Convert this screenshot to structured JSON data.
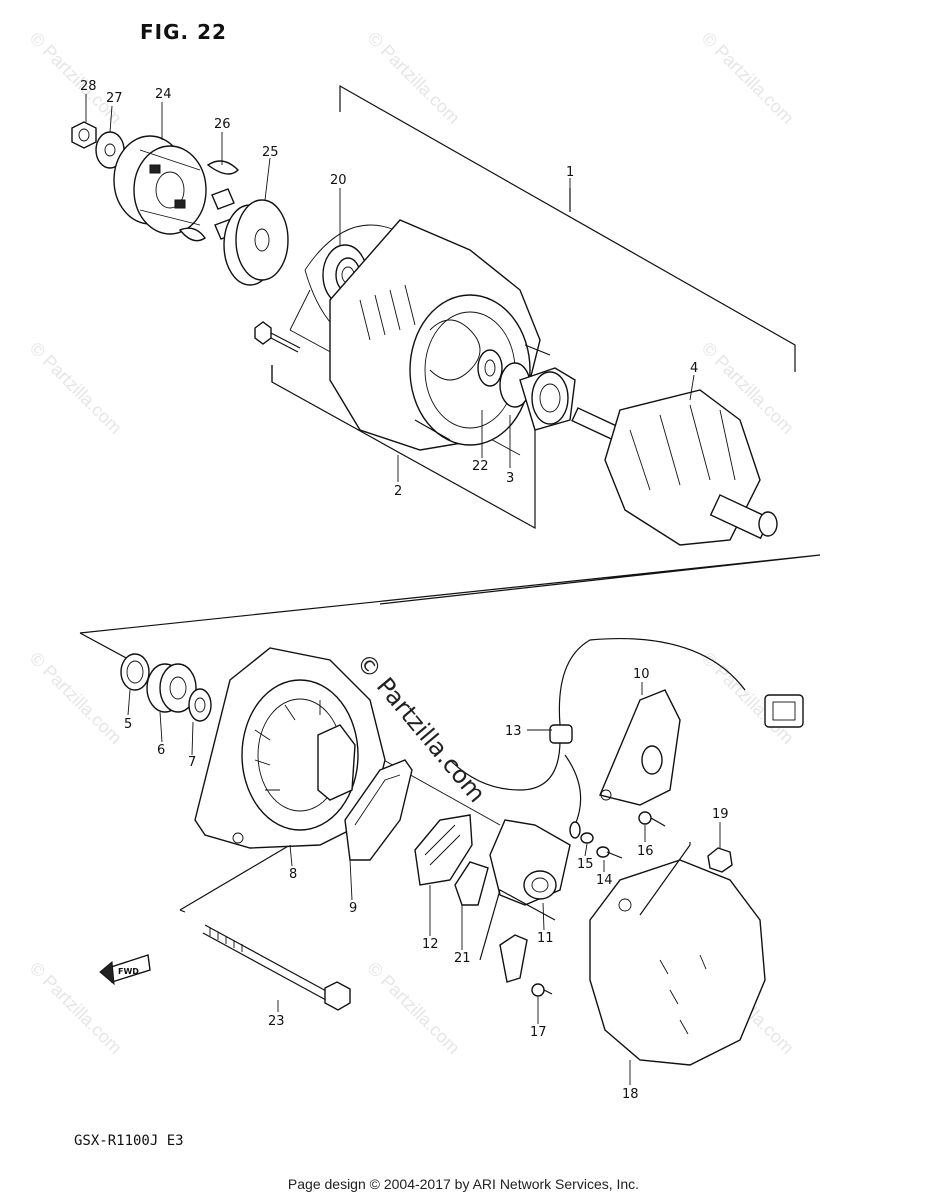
{
  "figure": {
    "title": "FIG. 22",
    "model": "GSX-R1100J E3"
  },
  "watermarks": {
    "corner_text": "© Partzilla.com",
    "center_text": "© Partzilla.com"
  },
  "footer": {
    "text": "Page design © 2004-2017 by ARI Network Services, Inc."
  },
  "fwd_label": "FWD",
  "callouts": [
    {
      "id": "1",
      "label": "1"
    },
    {
      "id": "2",
      "label": "2"
    },
    {
      "id": "3",
      "label": "3"
    },
    {
      "id": "4",
      "label": "4"
    },
    {
      "id": "5",
      "label": "5"
    },
    {
      "id": "6",
      "label": "6"
    },
    {
      "id": "7",
      "label": "7"
    },
    {
      "id": "8",
      "label": "8"
    },
    {
      "id": "9",
      "label": "9"
    },
    {
      "id": "10",
      "label": "10"
    },
    {
      "id": "11",
      "label": "11"
    },
    {
      "id": "12",
      "label": "12"
    },
    {
      "id": "13",
      "label": "13"
    },
    {
      "id": "14",
      "label": "14"
    },
    {
      "id": "15",
      "label": "15"
    },
    {
      "id": "16",
      "label": "16"
    },
    {
      "id": "17",
      "label": "17"
    },
    {
      "id": "18",
      "label": "18"
    },
    {
      "id": "19",
      "label": "19"
    },
    {
      "id": "20",
      "label": "20"
    },
    {
      "id": "21",
      "label": "21"
    },
    {
      "id": "22",
      "label": "22"
    },
    {
      "id": "23",
      "label": "23"
    },
    {
      "id": "24",
      "label": "24"
    },
    {
      "id": "25",
      "label": "25"
    },
    {
      "id": "26",
      "label": "26"
    },
    {
      "id": "27",
      "label": "27"
    },
    {
      "id": "28",
      "label": "28"
    }
  ]
}
